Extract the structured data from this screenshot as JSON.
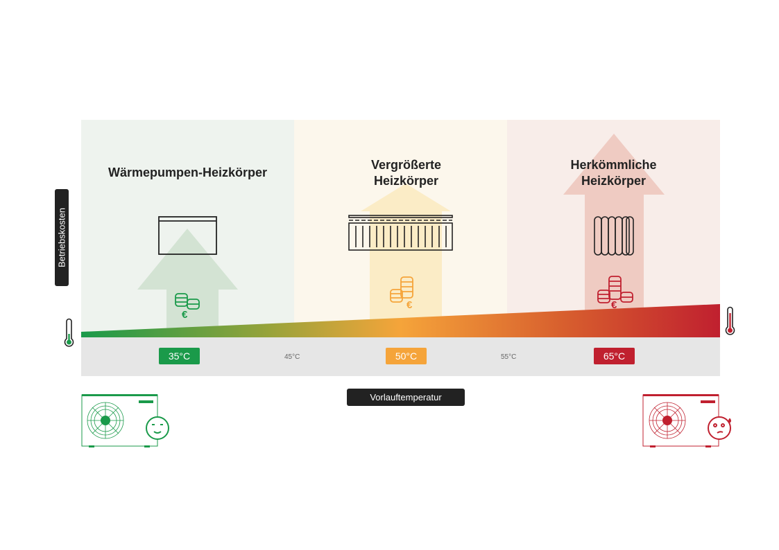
{
  "columns": [
    {
      "title": "Wärmepumpen-Heizkörper",
      "temp": "35°C",
      "color": "#1a9a4a"
    },
    {
      "title_line1": "Vergrößerte",
      "title_line2": "Heizkörper",
      "temp": "50°C",
      "color": "#f5a43a"
    },
    {
      "title_line1": "Herkömmliche",
      "title_line2": "Heizkörper",
      "temp": "65°C",
      "color": "#c0202f"
    }
  ],
  "intermediate_temps": [
    "45°C",
    "55°C"
  ],
  "y_axis_label": "Betriebskosten",
  "x_axis_label": "Vorlauftemperatur",
  "icons": [
    "radiator-icon",
    "coins-euro-icon",
    "thermometer-icon",
    "heat-pump-icon",
    "happy-face-icon",
    "sweating-face-icon"
  ]
}
